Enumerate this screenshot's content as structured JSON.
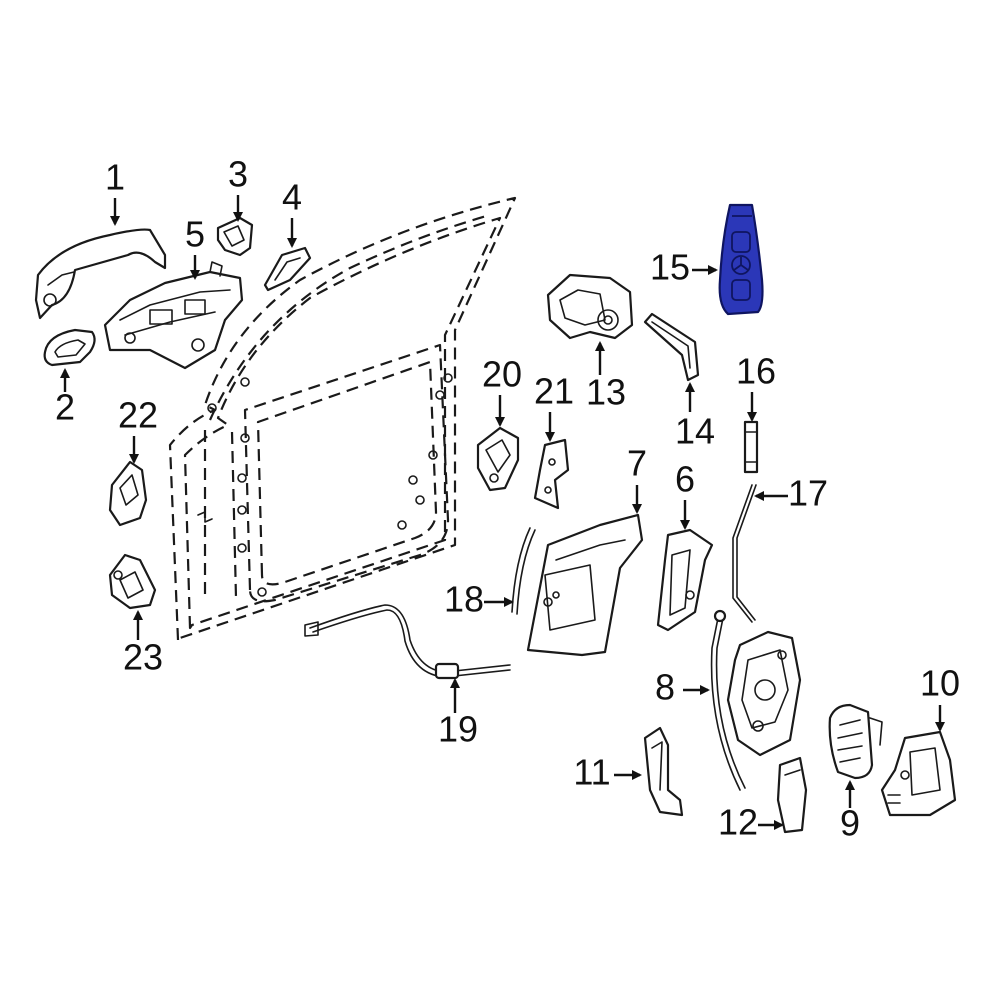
{
  "callouts": {
    "c1": "1",
    "c2": "2",
    "c3": "3",
    "c4": "4",
    "c5": "5",
    "c6": "6",
    "c7": "7",
    "c8": "8",
    "c9": "9",
    "c10": "10",
    "c11": "11",
    "c12": "12",
    "c13": "13",
    "c14": "14",
    "c15": "15",
    "c16": "16",
    "c17": "17",
    "c18": "18",
    "c19": "19",
    "c20": "20",
    "c21": "21",
    "c22": "22",
    "c23": "23"
  },
  "highlighted_part": "15",
  "colors": {
    "highlight": "#2b37b8",
    "line": "#1a1a1a",
    "background": "#ffffff"
  },
  "icons": {
    "key-fob-logo": "three-pointed-star-icon",
    "lock-button": "lock-closed-icon",
    "unlock-button": "lock-open-icon"
  }
}
